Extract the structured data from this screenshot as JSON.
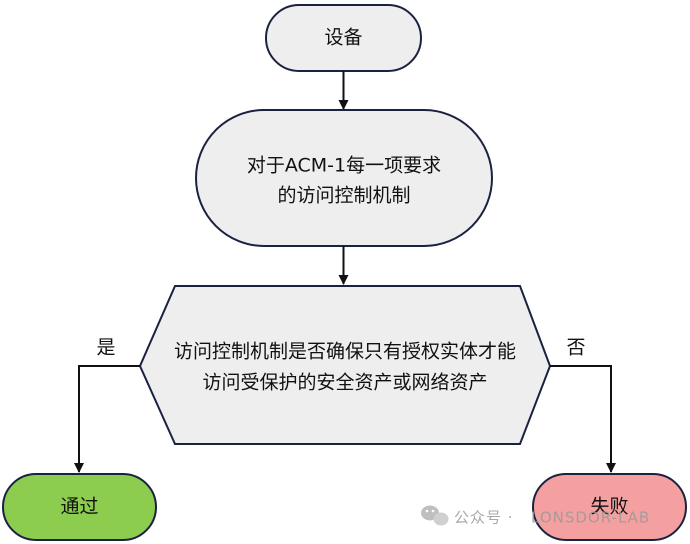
{
  "nodes": {
    "start": {
      "label": "设备"
    },
    "process": {
      "line1": "对于ACM-1每一项要求",
      "line2": "的访问控制机制"
    },
    "decision": {
      "line1": "访问控制机制是否确保只有授权实体才能",
      "line2": "访问受保护的安全资产或网络资产"
    },
    "pass": {
      "label": "通过"
    },
    "fail": {
      "label": "失败"
    }
  },
  "branches": {
    "yes": "是",
    "no": "否"
  },
  "watermark": {
    "prefix": "公众号 ·",
    "name": "LONSDOR-LAB"
  },
  "colors": {
    "node_fill": "#eeeeee",
    "node_stroke": "#1a2240",
    "pass_fill": "#8ccc4e",
    "fail_fill": "#f4a0a0",
    "arrow": "#111111"
  }
}
